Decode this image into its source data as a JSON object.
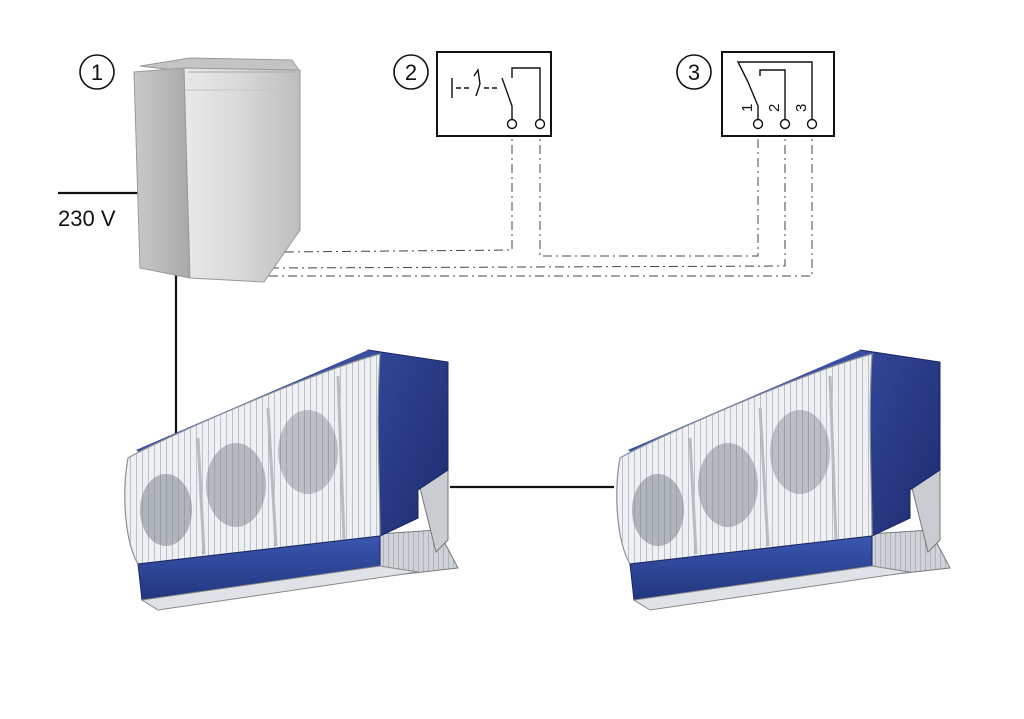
{
  "components": [
    {
      "number": "1"
    },
    {
      "number": "2"
    },
    {
      "number": "3"
    }
  ],
  "supply": {
    "voltage": "230 V"
  },
  "switch_3pos": {
    "terminals": [
      "1",
      "2",
      "3"
    ]
  },
  "colors": {
    "unit_blue": "#2b3f8c",
    "grille": "#e6e9ee",
    "box_grey": "#d4d4d4"
  },
  "icons": [
    "control-box",
    "switch",
    "three-position-switch",
    "air-curtain-unit"
  ]
}
